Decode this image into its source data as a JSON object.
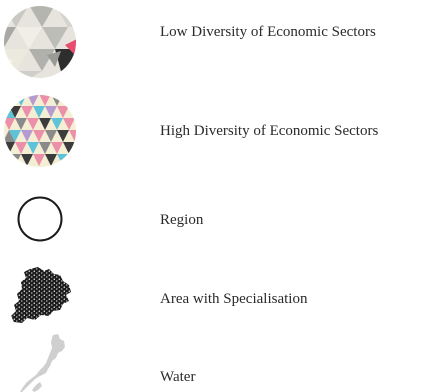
{
  "legend": {
    "items": [
      {
        "label": "Low Diversity of Economic Sectors",
        "icon": "low-diversity-triangle-pattern-icon"
      },
      {
        "label": "High Diversity of Economic Sectors",
        "icon": "high-diversity-triangle-pattern-icon"
      },
      {
        "label": "Region",
        "icon": "region-circle-icon"
      },
      {
        "label": "Area with Specialisation",
        "icon": "specialisation-area-blob-icon"
      },
      {
        "label": "Water",
        "icon": "water-shape-icon"
      }
    ]
  },
  "colors": {
    "label_text": "#2a2a2a",
    "low_diversity_light": "#e6e4dc",
    "low_diversity_grey": "#b5b5b0",
    "low_diversity_dark": "#2e2e2e",
    "low_diversity_cyan": "#8fd0de",
    "low_diversity_pink": "#e84d6e",
    "high_diversity_pink": "#ec8fa8",
    "high_diversity_cyan": "#5ec3d8",
    "high_diversity_grey": "#8a8a8a",
    "high_diversity_dark": "#3c3c3c",
    "high_diversity_cream": "#f4efd4",
    "high_diversity_lilac": "#b79ad0",
    "region_outline": "#1a1a1a",
    "specialisation_fill": "#1c1c1c",
    "water_fill": "#cfcfcf"
  }
}
